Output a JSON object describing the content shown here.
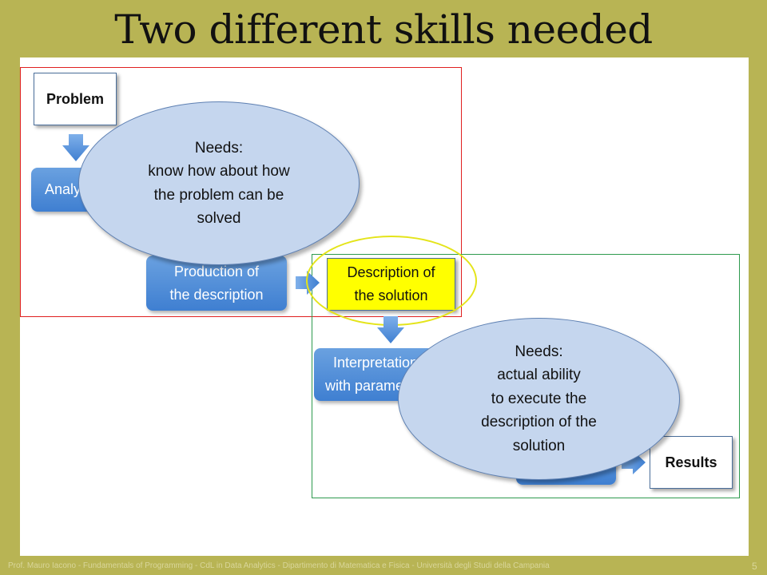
{
  "title": "Two different skills needed",
  "boxes": {
    "problem": "Problem",
    "analysis": "Analysis",
    "production": [
      "Production of",
      "the description"
    ],
    "description": [
      "Description of",
      "the solution"
    ],
    "interpretation": [
      "Interpretation",
      "with parameters"
    ],
    "results": "Results"
  },
  "bubbles": {
    "top": [
      "Needs:",
      "know how about how",
      "the problem can be",
      "solved"
    ],
    "bottom": [
      "Needs:",
      "actual ability",
      "to execute the",
      "description of the",
      "solution"
    ]
  },
  "footer": "Prof. Mauro Iacono - Fundamentals of Programming - CdL in Data Analytics - Dipartimento di Matematica e Fisica - Università degli Studi della Campania",
  "page_number": "5",
  "colors": {
    "background": "#b8b454",
    "box_blue": "#4f8ad6",
    "bubble": "#c5d6ee",
    "highlight_box": "#ffff00",
    "frame_red": "#e02020",
    "frame_green": "#2e9a4e"
  }
}
